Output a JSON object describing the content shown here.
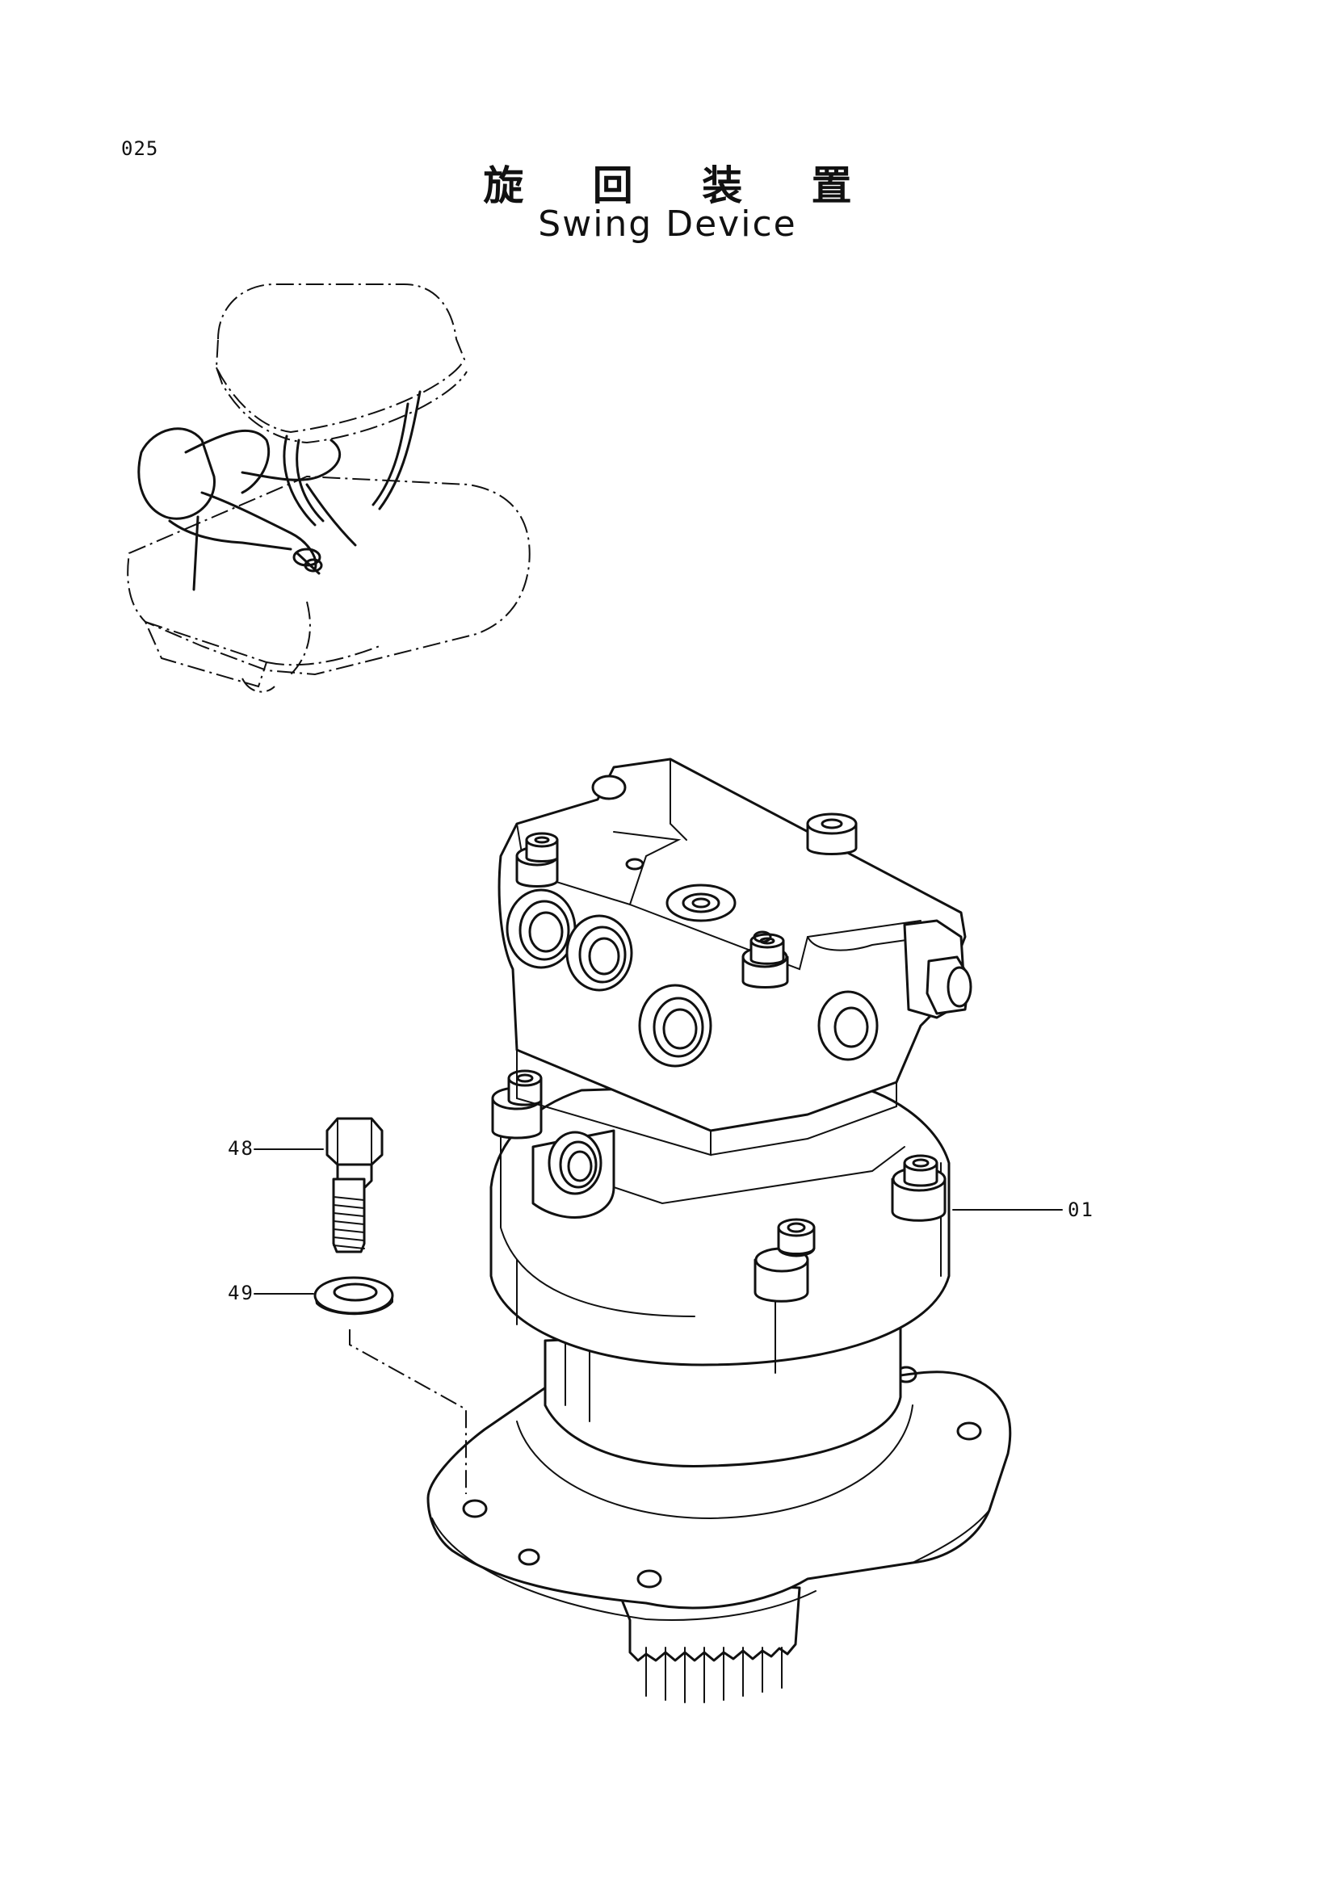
{
  "page": {
    "number": "025"
  },
  "title": {
    "japanese": "旋 回 装 置",
    "english": "Swing Device"
  },
  "callouts": [
    {
      "id": "01",
      "label": "01"
    },
    {
      "id": "48",
      "label": "48"
    },
    {
      "id": "49",
      "label": "49"
    }
  ],
  "colors": {
    "ink": "#111111",
    "paper": "#ffffff"
  }
}
